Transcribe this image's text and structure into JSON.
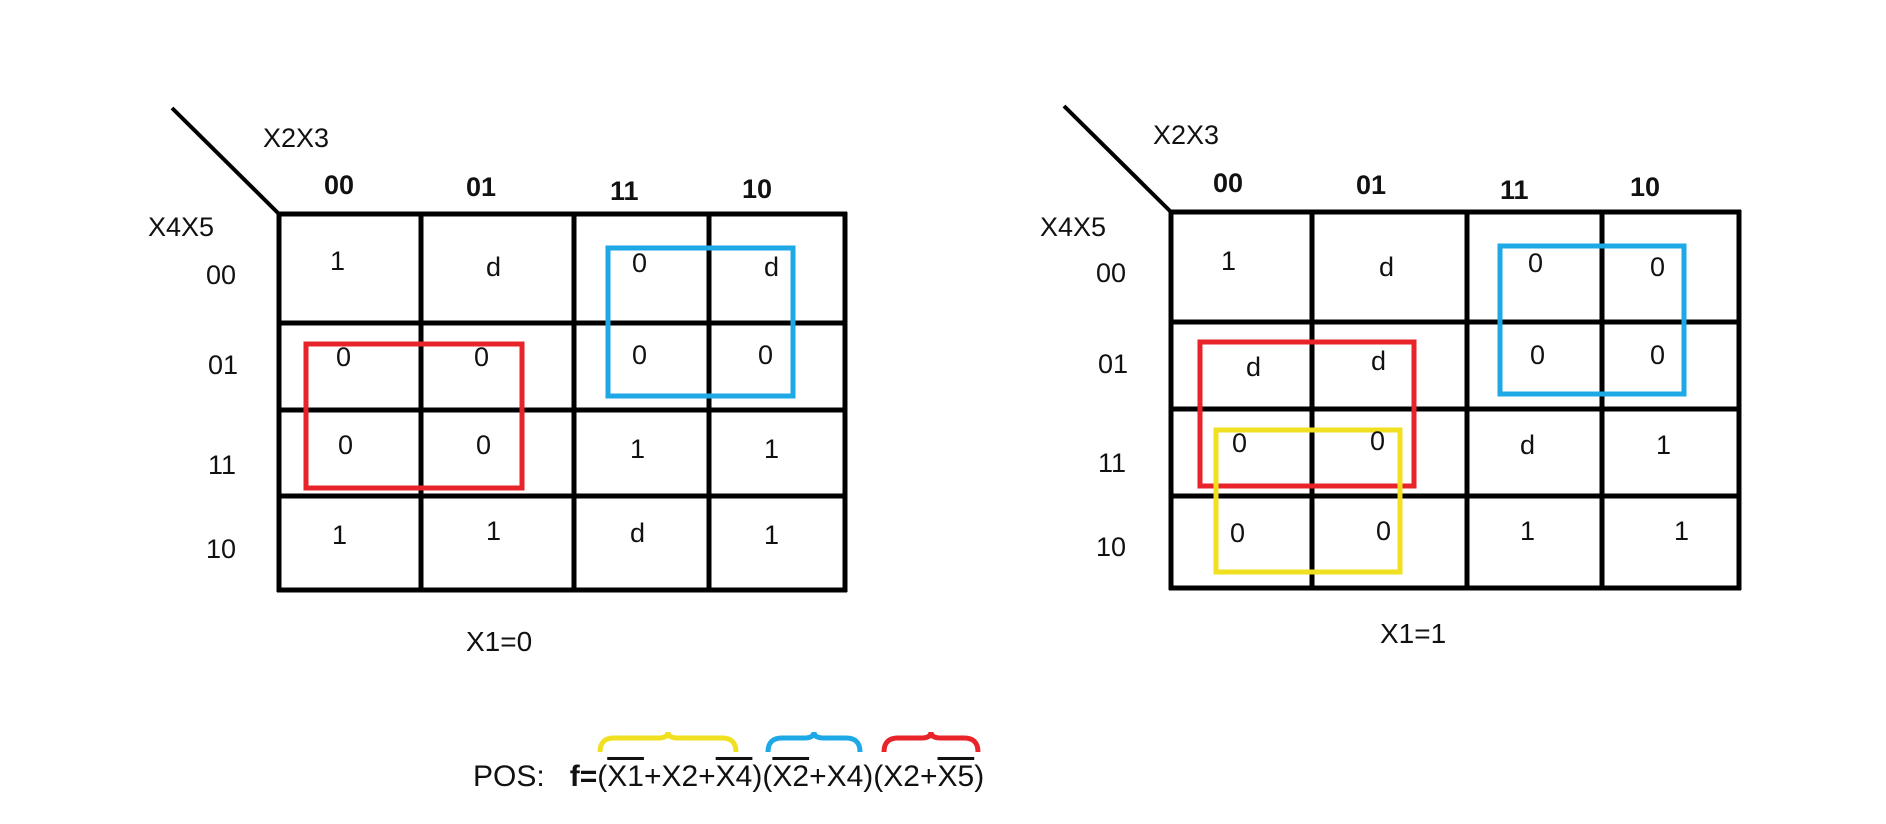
{
  "left_map": {
    "col_var": "X2X3",
    "row_var": "X4X5",
    "cols": [
      "00",
      "01",
      "11",
      "10"
    ],
    "rows": [
      "00",
      "01",
      "11",
      "10"
    ],
    "cells": [
      [
        "1",
        "d",
        "0",
        "d"
      ],
      [
        "0",
        "0",
        "0",
        "0"
      ],
      [
        "0",
        "0",
        "1",
        "1"
      ],
      [
        "1",
        "1",
        "d",
        "1"
      ]
    ],
    "caption": "X1=0",
    "groups": [
      {
        "color": "#e8232a",
        "rows": [
          1,
          2
        ],
        "cols": [
          0,
          1
        ]
      },
      {
        "color": "#1ea8e6",
        "rows": [
          0,
          1
        ],
        "cols": [
          2,
          3
        ]
      }
    ]
  },
  "right_map": {
    "col_var": "X2X3",
    "row_var": "X4X5",
    "cols": [
      "00",
      "01",
      "11",
      "10"
    ],
    "rows": [
      "00",
      "01",
      "11",
      "10"
    ],
    "cells": [
      [
        "1",
        "d",
        "0",
        "0"
      ],
      [
        "d",
        "d",
        "0",
        "0"
      ],
      [
        "0",
        "0",
        "d",
        "1"
      ],
      [
        "0",
        "0",
        "1",
        "1"
      ]
    ],
    "caption": "X1=1",
    "groups": [
      {
        "color": "#e8232a",
        "rows": [
          1,
          2
        ],
        "cols": [
          0,
          1
        ]
      },
      {
        "color": "#1ea8e6",
        "rows": [
          0,
          1
        ],
        "cols": [
          2,
          3
        ]
      },
      {
        "color": "#f0e020",
        "rows": [
          2,
          3
        ],
        "cols": [
          0,
          1
        ]
      }
    ]
  },
  "formula": {
    "prefix": "POS:",
    "f_label": "f=",
    "t1_open": "(",
    "t1_v1": "X1",
    "t1_plus1": "+X2+",
    "t1_v3": "X4",
    "t1_close": ")",
    "t2_open": "(",
    "t2_v1": "X2",
    "t2_rest": "+X4)",
    "t3_open": "(X2+",
    "t3_v2": "X5",
    "t3_close": ")",
    "brace_colors": [
      "#f0e020",
      "#1ea8e6",
      "#e8232a"
    ]
  }
}
